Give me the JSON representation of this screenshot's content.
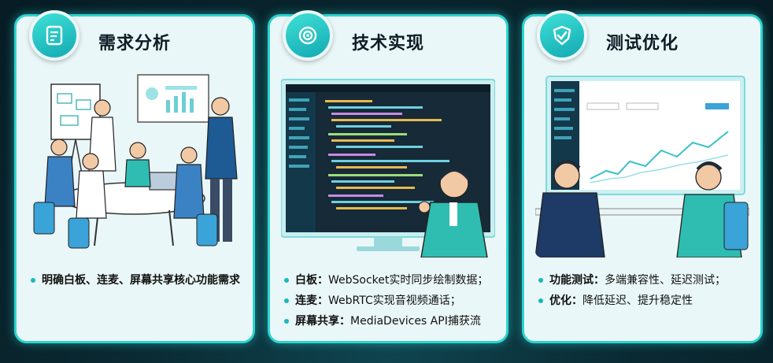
{
  "cards": [
    {
      "title": "需求分析",
      "icon": "document-list-icon",
      "bullets": [
        {
          "label": "",
          "text": "明确白板、连麦、屏幕共享核心功能需求"
        }
      ]
    },
    {
      "title": "技术实现",
      "icon": "gear-target-icon",
      "bullets": [
        {
          "label": "白板：",
          "text": "WebSocket实时同步绘制数据；"
        },
        {
          "label": "连麦：",
          "text": "WebRTC实现音视频通话；"
        },
        {
          "label": "屏幕共享：",
          "text": "MediaDevices API捕获流"
        }
      ]
    },
    {
      "title": "测试优化",
      "icon": "shield-check-icon",
      "bullets": [
        {
          "label": "功能测试：",
          "text": "多端兼容性、延迟测试；"
        },
        {
          "label": "优化：",
          "text": "降低延迟、提升稳定性"
        }
      ]
    }
  ],
  "colors": {
    "accent": "#2bd4cf",
    "card_bg": "#eaf7f8",
    "title_text": "#0d1b25"
  }
}
